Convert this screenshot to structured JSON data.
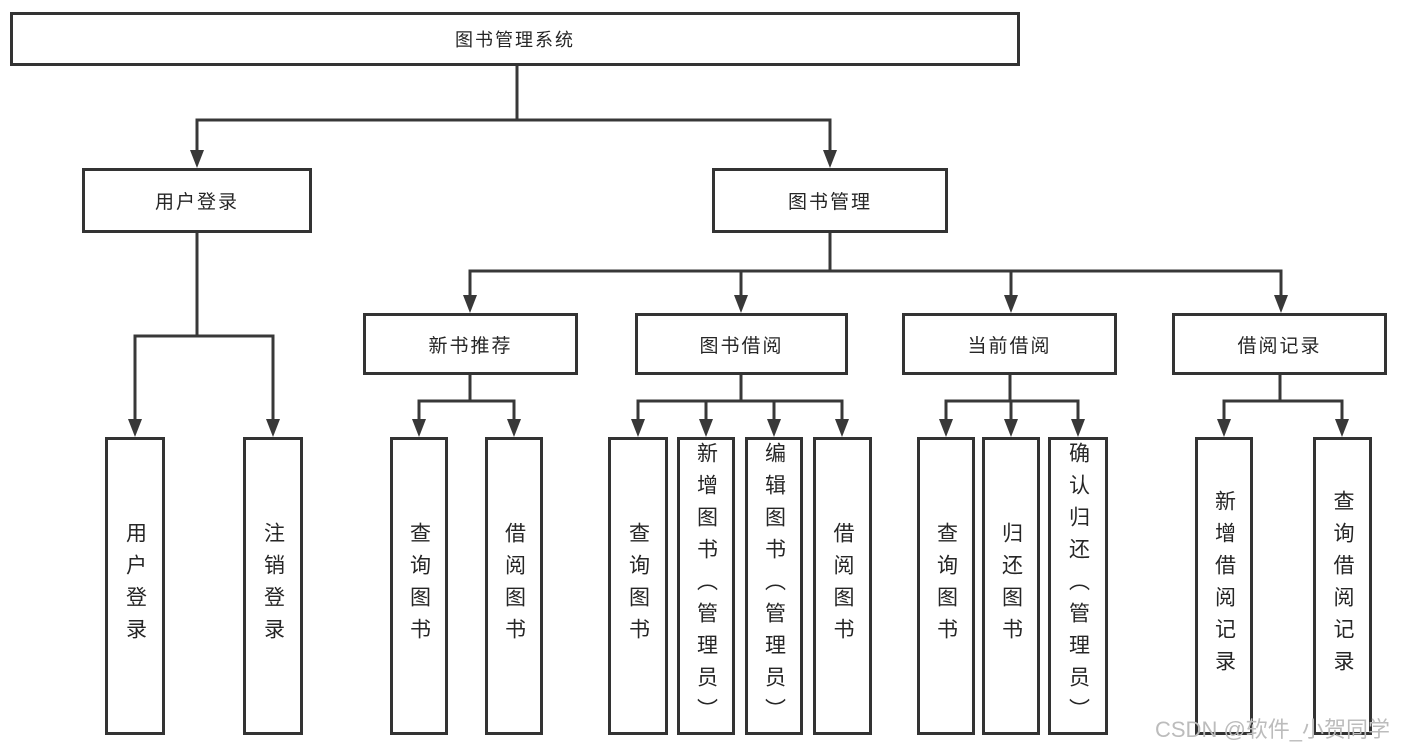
{
  "diagram_title": "图书管理系统",
  "colors": {
    "line": "#383838",
    "box_border": "#333333",
    "text": "#262626",
    "watermark": "#bcbcbc",
    "background": "#ffffff"
  },
  "watermark": {
    "text": "CSDN @软件_小贺同学"
  },
  "tree": {
    "label": "图书管理系统",
    "children": [
      {
        "label": "用户登录",
        "children": [
          {
            "label": "用户登录"
          },
          {
            "label": "注销登录"
          }
        ]
      },
      {
        "label": "图书管理",
        "children": [
          {
            "label": "新书推荐",
            "children": [
              {
                "label": "查询图书"
              },
              {
                "label": "借阅图书"
              }
            ]
          },
          {
            "label": "图书借阅",
            "children": [
              {
                "label": "查询图书"
              },
              {
                "label": "新增图书（管理员）"
              },
              {
                "label": "编辑图书（管理员）"
              },
              {
                "label": "借阅图书"
              }
            ]
          },
          {
            "label": "当前借阅",
            "children": [
              {
                "label": "查询图书"
              },
              {
                "label": "归还图书"
              },
              {
                "label": "确认归还（管理员）"
              }
            ]
          },
          {
            "label": "借阅记录",
            "children": [
              {
                "label": "新增借阅记录"
              },
              {
                "label": "查询借阅记录"
              }
            ]
          }
        ]
      }
    ]
  }
}
